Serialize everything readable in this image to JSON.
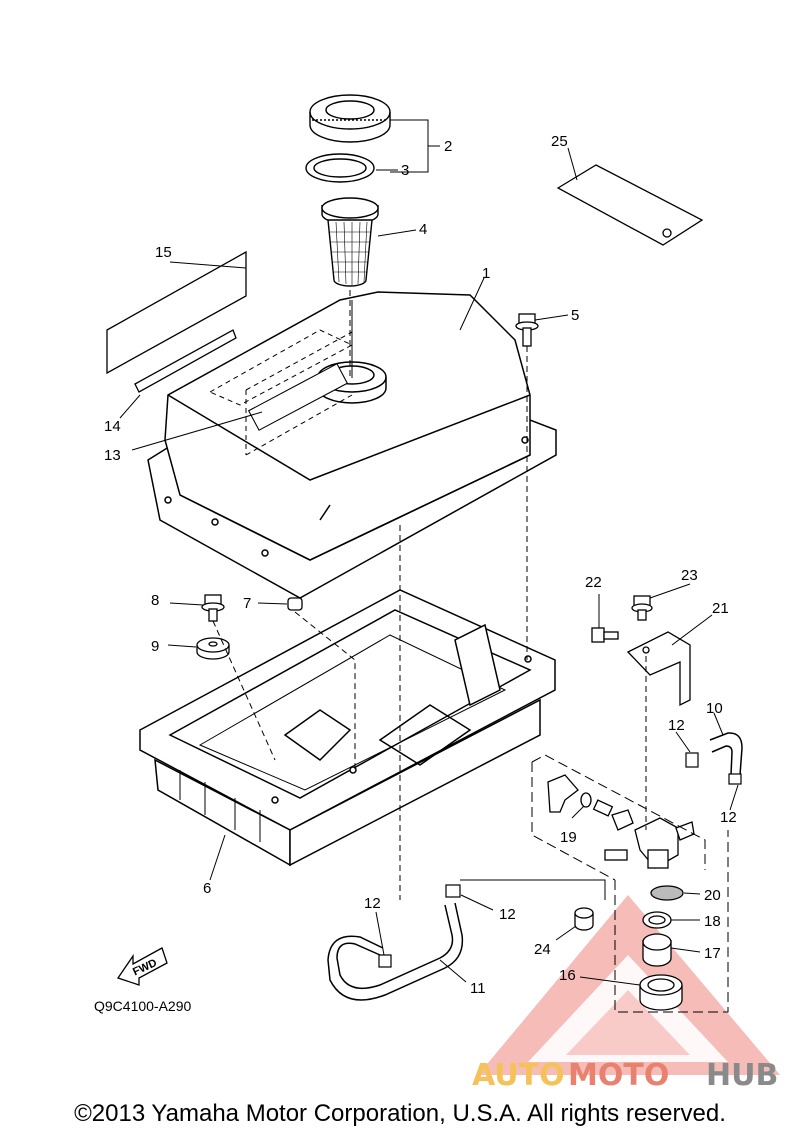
{
  "callouts": {
    "c1": "1",
    "c2": "2",
    "c3": "3",
    "c4": "4",
    "c5": "5",
    "c6": "6",
    "c7": "7",
    "c8": "8",
    "c9": "9",
    "c10": "10",
    "c11": "11",
    "c12a": "12",
    "c12b": "12",
    "c12c": "12",
    "c12d": "12",
    "c13": "13",
    "c14": "14",
    "c15": "15",
    "c16": "16",
    "c17": "17",
    "c18": "18",
    "c19": "19",
    "c20": "20",
    "c21": "21",
    "c22": "22",
    "c23": "23",
    "c24": "24",
    "c25": "25"
  },
  "fwd_label": "FWD",
  "diagram_code": "Q9C4100-A290",
  "watermark": {
    "part1": "AUTO",
    "part2": "MOTO",
    "part3": "HUB",
    "color1": "#f5c25a",
    "color2": "#e8826f",
    "color3": "#8a8a8a"
  },
  "copyright": "©2013 Yamaha Motor Corporation, U.S.A. All rights reserved."
}
